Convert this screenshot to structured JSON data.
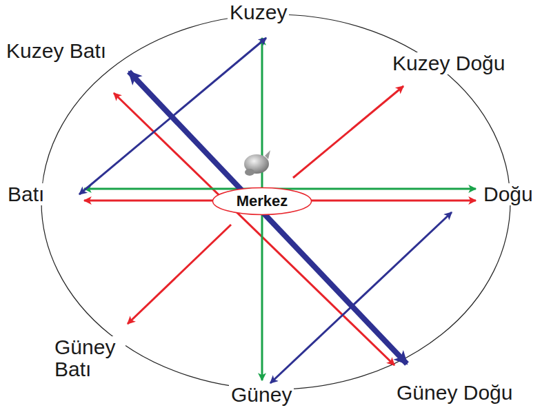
{
  "diagram": {
    "nodes": [
      {
        "text": [
          "Merkez"
        ]
      }
    ],
    "labels": [
      "Kuzey",
      "Kuzey Batı",
      "Kuzey Doğu",
      "Batı",
      "Doğu",
      "Güney Batı",
      "Güney Doğu",
      "Güney"
    ]
  }
}
